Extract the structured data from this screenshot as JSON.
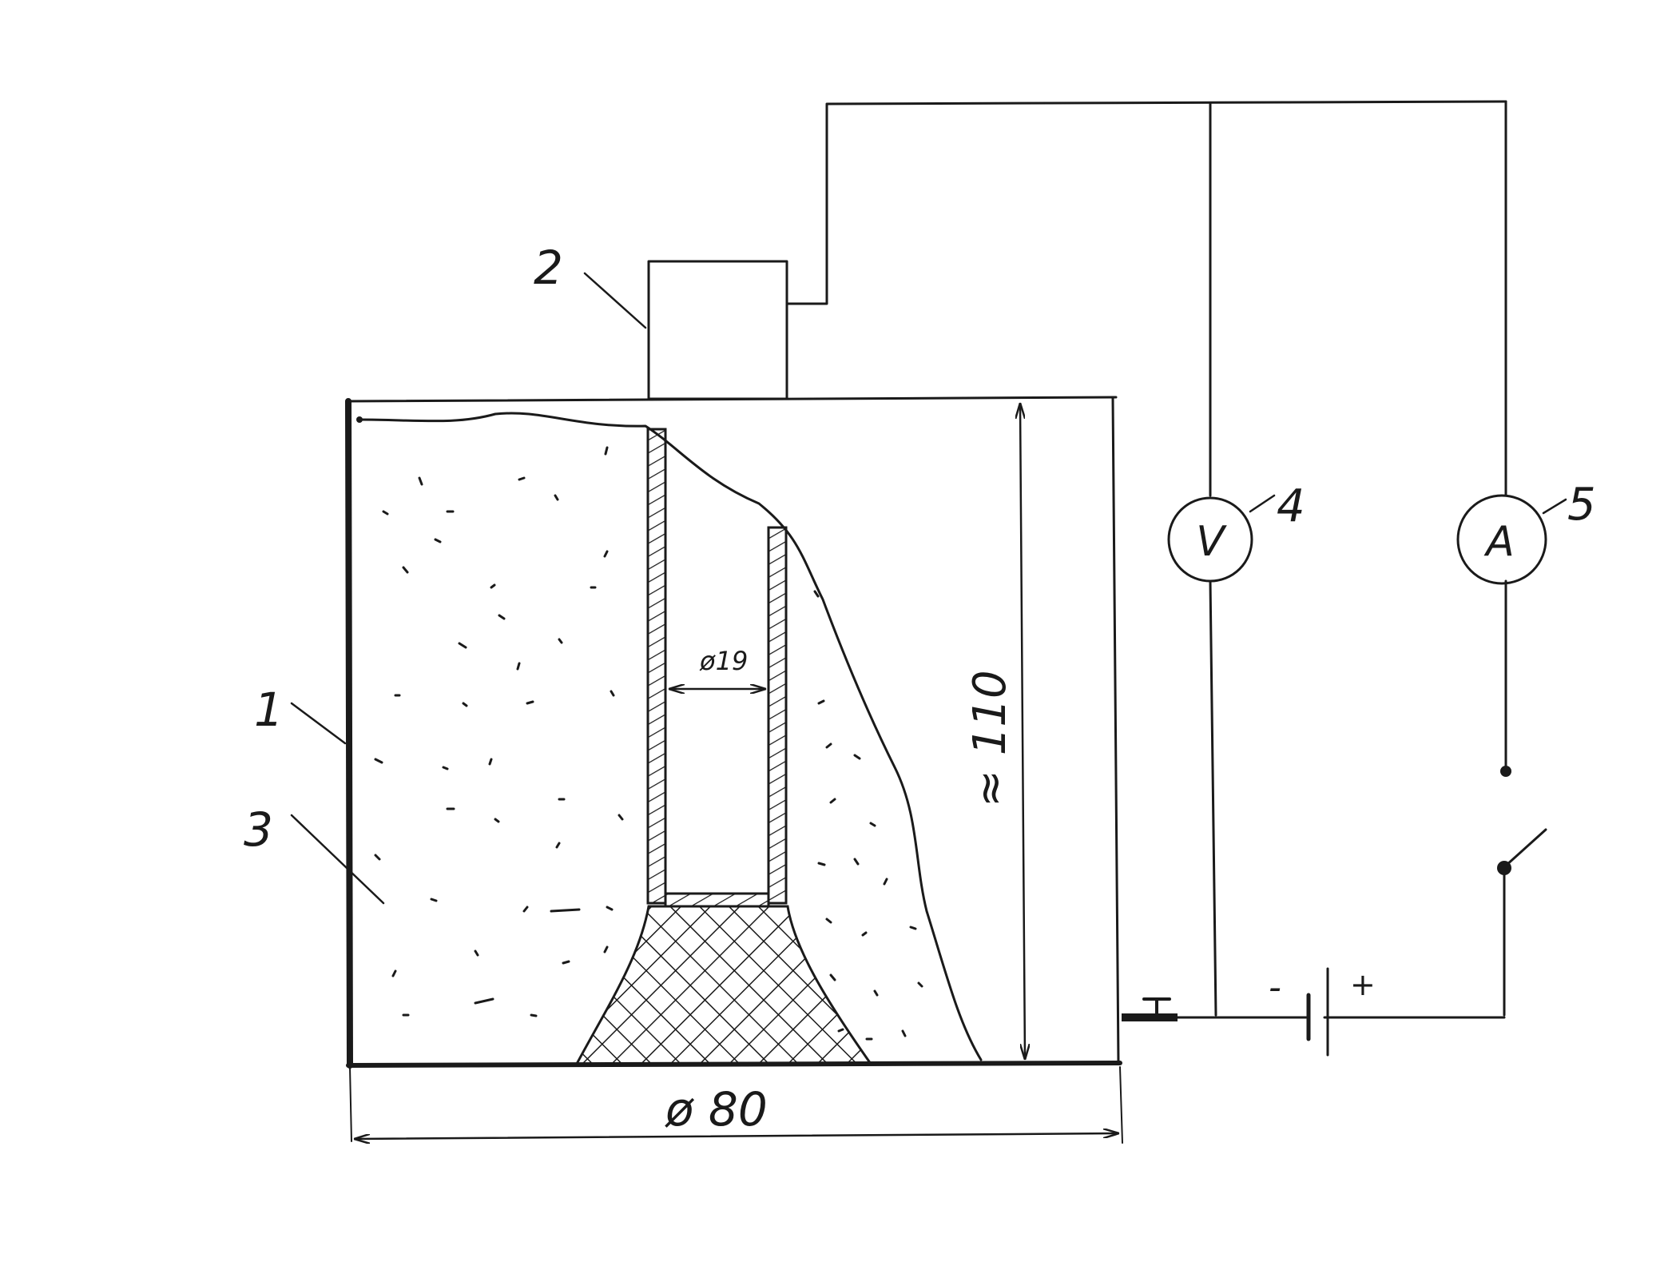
{
  "labels": {
    "container": "1",
    "top_unit": "2",
    "fill_material": "3",
    "voltmeter": "4",
    "ammeter": "5"
  },
  "dimensions": {
    "outer_diameter": "ø 80",
    "tube_diameter": "ø19",
    "height": "≈ 110"
  },
  "meters": {
    "voltmeter_symbol": "V",
    "ammeter_symbol": "A"
  },
  "battery": {
    "minus": "-",
    "plus": "+"
  }
}
